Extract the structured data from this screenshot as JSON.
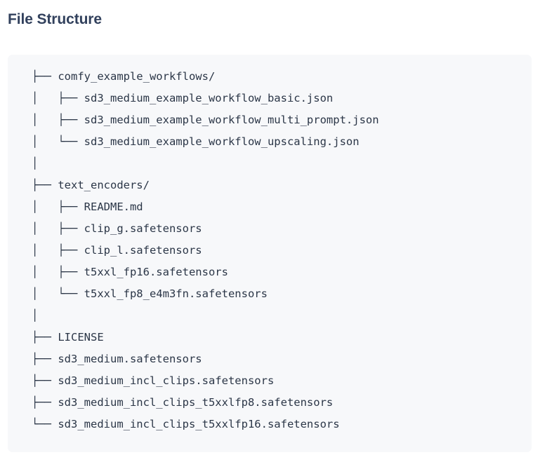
{
  "page": {
    "title": "File Structure",
    "background_color": "#ffffff",
    "heading_color": "#32415d"
  },
  "code_block": {
    "name": "file-structure-tree",
    "background_color": "#f7f8fa",
    "text_color": "#2b3647",
    "lines": [
      "├── comfy_example_workflows/",
      "│   ├── sd3_medium_example_workflow_basic.json",
      "│   ├── sd3_medium_example_workflow_multi_prompt.json",
      "│   └── sd3_medium_example_workflow_upscaling.json",
      "│",
      "├── text_encoders/",
      "│   ├── README.md",
      "│   ├── clip_g.safetensors",
      "│   ├── clip_l.safetensors",
      "│   ├── t5xxl_fp16.safetensors",
      "│   └── t5xxl_fp8_e4m3fn.safetensors",
      "│",
      "├── LICENSE",
      "├── sd3_medium.safetensors",
      "├── sd3_medium_incl_clips.safetensors",
      "├── sd3_medium_incl_clips_t5xxlfp8.safetensors",
      "└── sd3_medium_incl_clips_t5xxlfp16.safetensors"
    ]
  }
}
